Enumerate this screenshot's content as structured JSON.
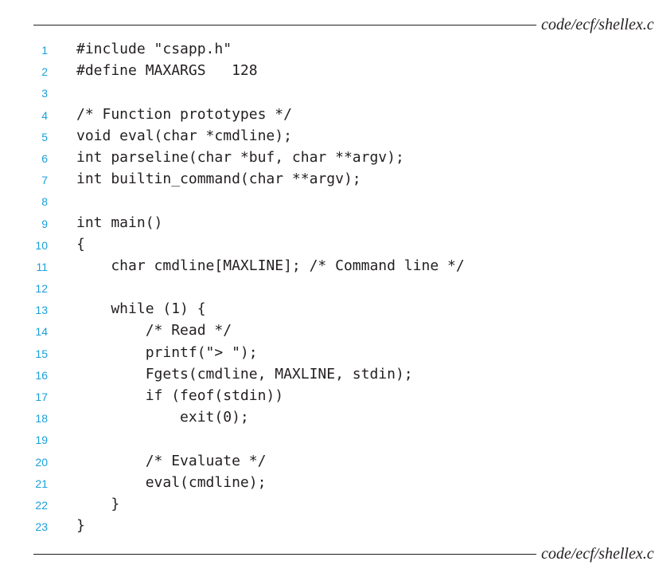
{
  "header": {
    "file_path": "code/ecf/shellex.c"
  },
  "footer": {
    "file_path": "code/ecf/shellex.c"
  },
  "code_lines": [
    {
      "number": "1",
      "text": "#include \"csapp.h\""
    },
    {
      "number": "2",
      "text": "#define MAXARGS   128"
    },
    {
      "number": "3",
      "text": ""
    },
    {
      "number": "4",
      "text": "/* Function prototypes */"
    },
    {
      "number": "5",
      "text": "void eval(char *cmdline);"
    },
    {
      "number": "6",
      "text": "int parseline(char *buf, char **argv);"
    },
    {
      "number": "7",
      "text": "int builtin_command(char **argv);"
    },
    {
      "number": "8",
      "text": ""
    },
    {
      "number": "9",
      "text": "int main()"
    },
    {
      "number": "10",
      "text": "{"
    },
    {
      "number": "11",
      "text": "    char cmdline[MAXLINE]; /* Command line */"
    },
    {
      "number": "12",
      "text": ""
    },
    {
      "number": "13",
      "text": "    while (1) {"
    },
    {
      "number": "14",
      "text": "        /* Read */"
    },
    {
      "number": "15",
      "text": "        printf(\"> \");"
    },
    {
      "number": "16",
      "text": "        Fgets(cmdline, MAXLINE, stdin);"
    },
    {
      "number": "17",
      "text": "        if (feof(stdin))"
    },
    {
      "number": "18",
      "text": "            exit(0);"
    },
    {
      "number": "19",
      "text": ""
    },
    {
      "number": "20",
      "text": "        /* Evaluate */"
    },
    {
      "number": "21",
      "text": "        eval(cmdline);"
    },
    {
      "number": "22",
      "text": "    }"
    },
    {
      "number": "23",
      "text": "}"
    }
  ],
  "colors": {
    "line_number": "#1a9fd9",
    "text": "#231f20"
  }
}
